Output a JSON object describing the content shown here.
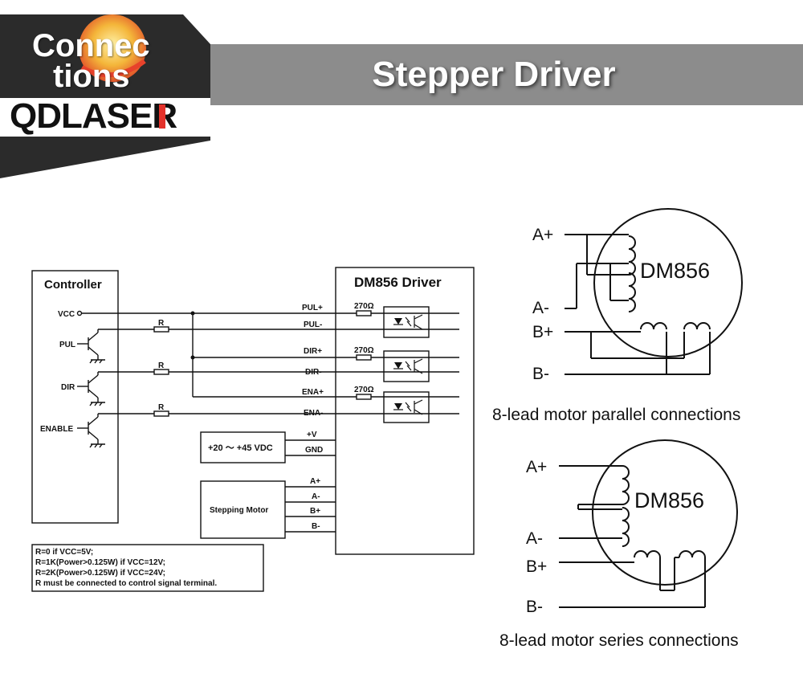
{
  "header": {
    "title": "Stepper Driver"
  },
  "logo": {
    "word_top": "Connec",
    "word_bottom": "tions",
    "brand": "QDLASER"
  },
  "wiring": {
    "controller_title": "Controller",
    "controller_pins": [
      "VCC",
      "PUL",
      "DIR",
      "ENABLE"
    ],
    "resistor_label": "R",
    "driver_title": "DM856 Driver",
    "driver_signals": [
      "PUL+",
      "PUL-",
      "DIR+",
      "DIR-",
      "ENA+",
      "ENA-"
    ],
    "opto_resistor": "270Ω",
    "power_supply": "+20 ～ +45 VDC",
    "power_terminals": [
      "+V",
      "GND"
    ],
    "motor_label": "Stepping Motor",
    "motor_terminals": [
      "A+",
      "A-",
      "B+",
      "B-"
    ],
    "notes": [
      "R=0 if VCC=5V;",
      "R=1K(Power>0.125W) if VCC=12V;",
      "R=2K(Power>0.125W) if VCC=24V;",
      "R must be connected to control signal terminal."
    ]
  },
  "parallel": {
    "motor_label": "DM856",
    "leads": [
      "A+",
      "A-",
      "B+",
      "B-"
    ],
    "caption": "8-lead motor parallel connections"
  },
  "series": {
    "motor_label": "DM856",
    "leads": [
      "A+",
      "A-",
      "B+",
      "B-"
    ],
    "caption": "8-lead motor series connections"
  }
}
